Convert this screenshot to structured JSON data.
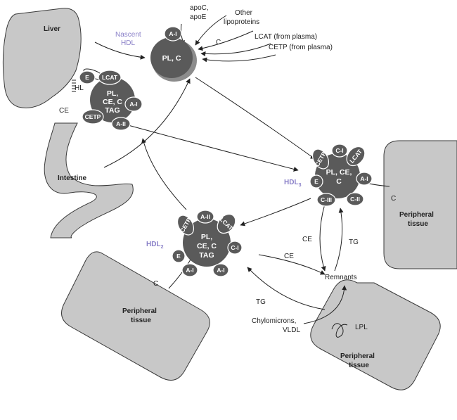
{
  "tissues": {
    "liver": "Liver",
    "intestine": "Intestine",
    "peripheral_right": [
      "Peripheral",
      "tissue"
    ],
    "peripheral_left": [
      "Peripheral",
      "tissue"
    ],
    "peripheral_bottom": [
      "Peripheral",
      "tissue"
    ]
  },
  "nascent_hdl": {
    "label_line1": "Nascent",
    "label_line2": "HDL",
    "core": "PL, C",
    "apo": "A-I"
  },
  "liver_particle": {
    "core": [
      "PL,",
      "CE, C",
      "TAG"
    ],
    "lobes": [
      "E",
      "LCAT",
      "A-I",
      "A-II",
      "CETP"
    ],
    "hl_label": "HL"
  },
  "hdl3": {
    "name": "HDL",
    "sub": "3",
    "core": [
      "PL, CE,",
      "C"
    ],
    "lobes": [
      "CETP",
      "C-I",
      "LCAT",
      "A-I",
      "C-II",
      "C-III",
      "E"
    ]
  },
  "hdl2": {
    "name": "HDL",
    "sub": "2",
    "core": [
      "PL,",
      "CE, C",
      "TAG"
    ],
    "lobes": [
      "CETP",
      "A-II",
      "LCAT",
      "C-I",
      "A-I",
      "A-I",
      "E"
    ]
  },
  "labels": {
    "apo_ce": [
      "apoC,",
      "apoE"
    ],
    "other_lipo": [
      "Other",
      "lipoproteins"
    ],
    "c_small": "C",
    "lcat_plasma": "LCAT (from plasma)",
    "cetp_plasma": "CETP (from plasma)",
    "ce_liver": "CE",
    "c_right": "C",
    "c_left": "C",
    "ce_mid": "CE",
    "tg_mid": "TG",
    "ce_hdl2": "CE",
    "tg_hdl2": "TG",
    "remnants": "Remnants",
    "chylo": [
      "Chylomicrons,",
      "VLDL"
    ],
    "lpl": "LPL"
  }
}
